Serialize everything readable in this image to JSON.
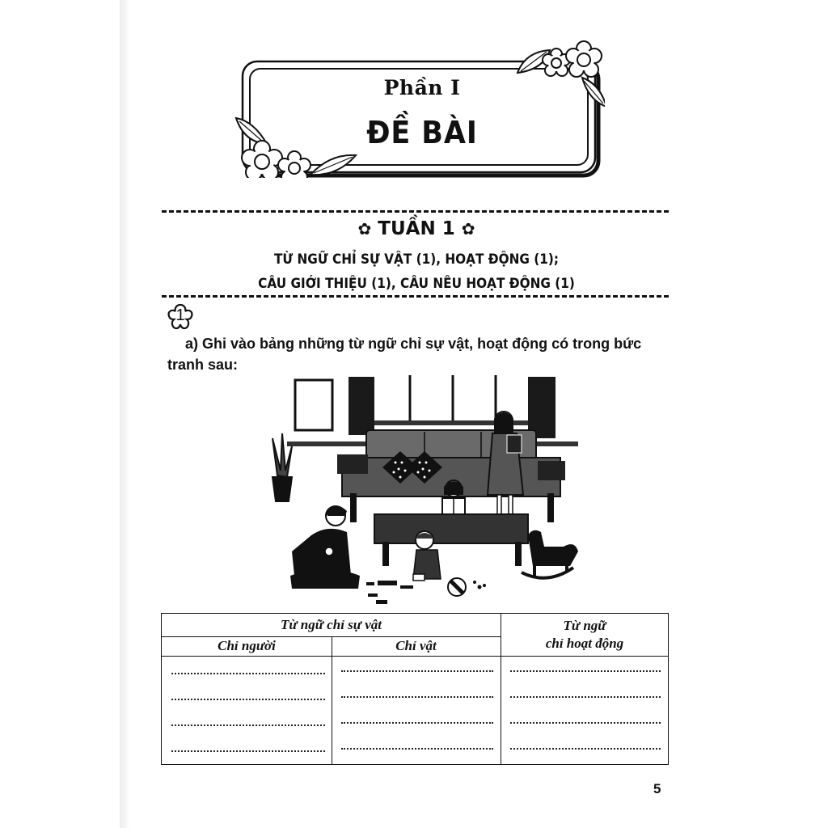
{
  "page": {
    "part_label": "Phần I",
    "part_title": "ĐỀ BÀI",
    "week": {
      "flower_left": "✿",
      "title": "TUẦN 1",
      "flower_right": "✿"
    },
    "lesson_lines": [
      "TỪ NGỮ CHỈ SỰ VẬT (1), HOẠT ĐỘNG (1);",
      "CÂU GIỚI THIỆU (1), CÂU NÊU HOẠT ĐỘNG (1)"
    ],
    "exercise": {
      "number": "1",
      "icon": "flower-badge-icon",
      "instruction": "a) Ghi vào bảng những từ ngữ chỉ sự vật, hoạt động có trong bức tranh sau:"
    },
    "illustration": {
      "description": "Living room: father sitting on floor playing, small boy sitting near coffee table, girl reading book behind table, mother standing reading by sofa, rocking horse, ball, potted plant, picture frame, window with curtains"
    },
    "table": {
      "group_header": "Từ ngữ chỉ sự vật",
      "columns": [
        "Chỉ người",
        "Chỉ vật"
      ],
      "activity_header_line1": "Từ ngữ",
      "activity_header_line2": "chỉ hoạt động",
      "rows_per_column": 4,
      "blank": "........................................"
    },
    "page_number": "5"
  }
}
